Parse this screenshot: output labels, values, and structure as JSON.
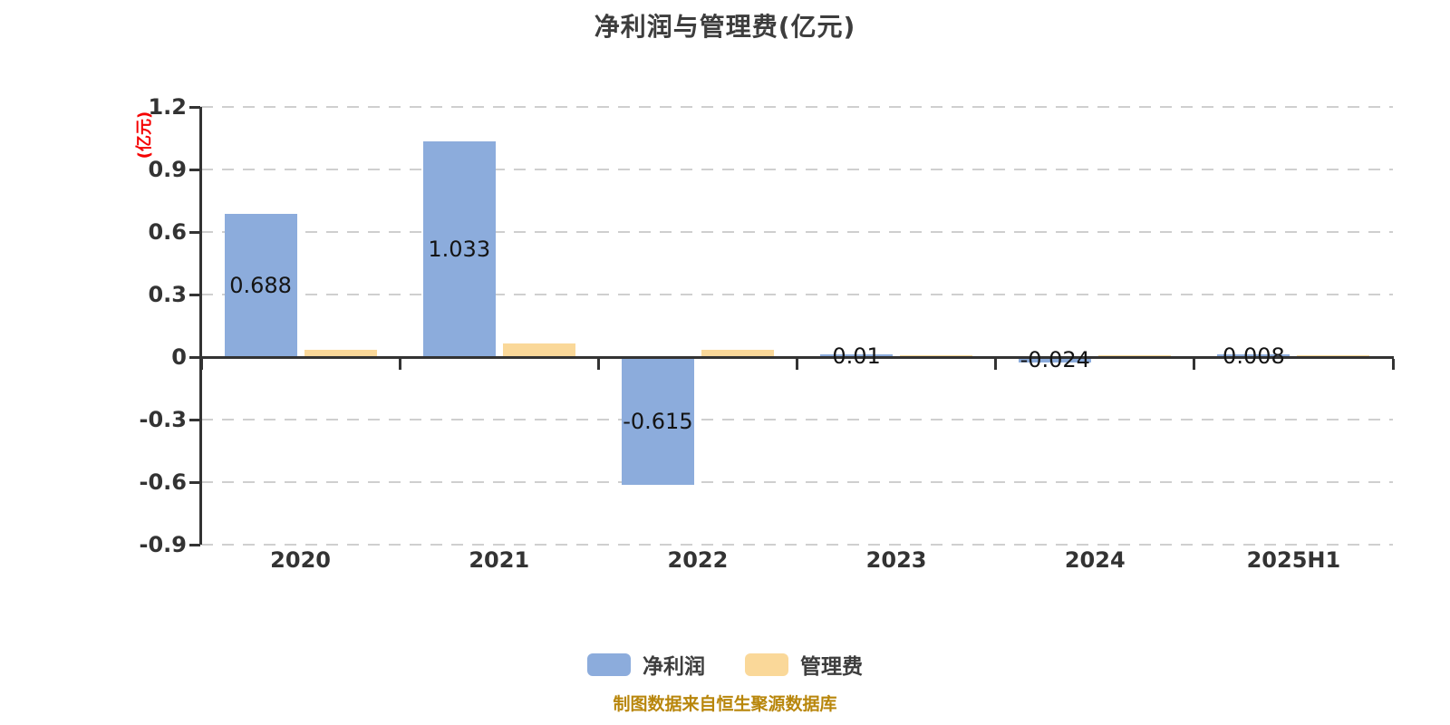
{
  "title": "净利润与管理费(亿元)",
  "y_axis_name": "(亿元)",
  "footnote": "制图数据来自恒生聚源数据库",
  "colors": {
    "net_profit_bar": "#8cacdc",
    "mgmt_fee_bar": "#fad899",
    "axis": "#333333",
    "gridline": "#cfcfcf",
    "title_text": "#3d3d3d",
    "y_axis_name_red": "#f50000",
    "footnote_gold": "#b8860b",
    "data_label": "#141414"
  },
  "legend": {
    "position": "bottom-center",
    "items": [
      {
        "label": "净利润",
        "color": "#8cacdc"
      },
      {
        "label": "管理费",
        "color": "#fad899"
      }
    ]
  },
  "chart_data": {
    "type": "bar",
    "title": "净利润与管理费(亿元)",
    "ylabel": "(亿元)",
    "xlabel": "",
    "categories": [
      "2020",
      "2021",
      "2022",
      "2023",
      "2024",
      "2025H1"
    ],
    "series": [
      {
        "name": "净利润",
        "color": "#8cacdc",
        "values": [
          0.688,
          1.033,
          -0.615,
          0.01,
          -0.024,
          0.008
        ],
        "data_labels": [
          "0.688",
          "1.033",
          "-0.615",
          "0.01",
          "-0.024",
          "0.008"
        ]
      },
      {
        "name": "管理费",
        "color": "#fad899",
        "values": [
          0.035,
          0.065,
          0.035,
          0.005,
          0.003,
          0.004
        ],
        "data_labels": null
      }
    ],
    "ylim": [
      -0.9,
      1.2
    ],
    "yticks": [
      1.2,
      0.9,
      0.6,
      0.3,
      0,
      -0.3,
      -0.6,
      -0.9
    ],
    "ytick_labels": [
      "1.2",
      "0.9",
      "0.6",
      "0.3",
      "0",
      "-0.3",
      "-0.6",
      "-0.9"
    ],
    "grid": "horizontal-dashed",
    "legend_position": "bottom"
  }
}
